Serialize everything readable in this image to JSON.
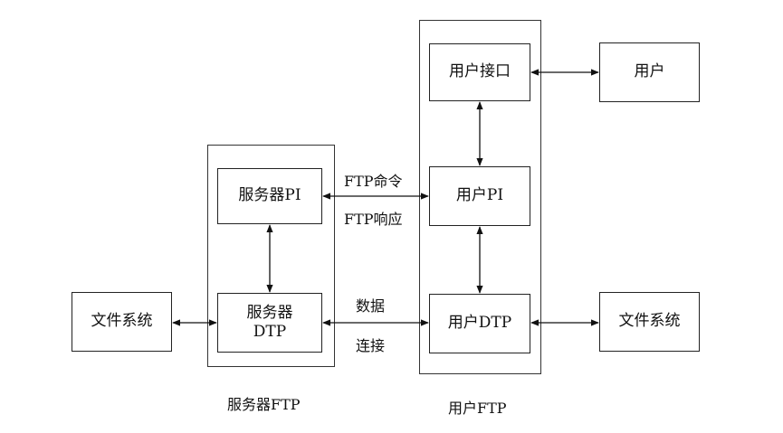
{
  "server_group": {
    "label": "服务器FTP"
  },
  "user_group": {
    "label": "用户FTP"
  },
  "nodes": {
    "user_interface": "用户接口",
    "user": "用户",
    "server_pi": "服务器PI",
    "user_pi": "用户PI",
    "file_system_left": "文件系统",
    "server_dtp": "服务器\nDTP",
    "user_dtp": "用户DTP",
    "file_system_right": "文件系统"
  },
  "edge_labels": {
    "ftp_command": "FTP命令",
    "ftp_response": "FTP响应",
    "data": "数据",
    "connection": "连接"
  }
}
